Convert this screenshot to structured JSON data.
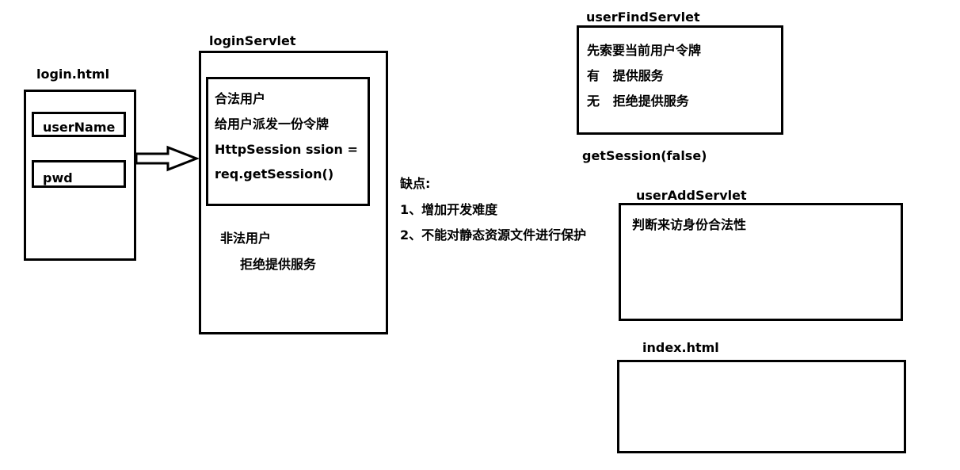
{
  "login_html": {
    "title": "login.html",
    "field_username": "userName",
    "field_pwd": "pwd"
  },
  "login_servlet": {
    "title": "loginServlet",
    "legal_user": "合法用户",
    "issue_token": "给用户派发一份令牌",
    "code_line1": "HttpSession ssion =",
    "code_line2": "req.getSession()",
    "illegal_user": "非法用户",
    "refuse_service": "拒绝提供服务"
  },
  "drawbacks": {
    "heading": "缺点:",
    "item1": "1、增加开发难度",
    "item2": "2、不能对静态资源文件进行保护"
  },
  "user_find_servlet": {
    "title": "userFindServlet",
    "line1": "先索要当前用户令牌",
    "line2": "有   提供服务",
    "line3": "无   拒绝提供服务"
  },
  "get_session_note": "getSession(false)",
  "user_add_servlet": {
    "title": "userAddServlet",
    "line1": "判断来访身份合法性"
  },
  "index_html": {
    "title": "index.html"
  }
}
